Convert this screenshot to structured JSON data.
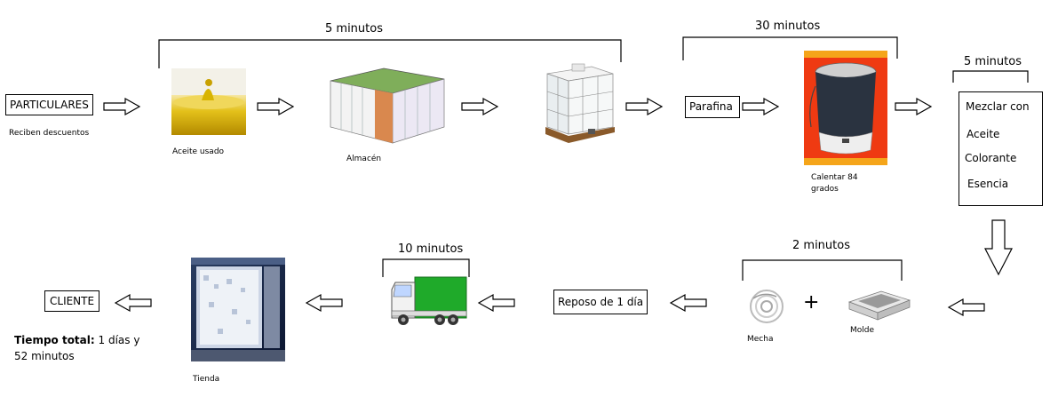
{
  "durations": {
    "top_left": "5 minutos",
    "top_middle": "30 minutos",
    "top_right": "5 minutos",
    "bottom_right": "2 minutos",
    "bottom_left": "10 minutos"
  },
  "nodes": {
    "particulares": "PARTICULARES",
    "particulares_note": "Reciben descuentos",
    "aceite_usado": "Aceite usado",
    "almacen": "Almacén",
    "parafina": "Parafina",
    "calentar_line1": "Calentar 84",
    "calentar_line2": "grados",
    "mezclar_title": "Mezclar con",
    "mezclar_items": [
      "Aceite",
      "Colorante",
      "Esencia"
    ],
    "mecha": "Mecha",
    "plus": "+",
    "molde": "Molde",
    "reposo": "Reposo de 1 día",
    "tienda": "Tienda",
    "cliente": "CLIENTE"
  },
  "total": {
    "label": "Tiempo total:",
    "value_line1": " 1 días y",
    "value_line2": "52 minutos"
  },
  "colors": {
    "oil": "#d8b400",
    "truck_green": "#1faa2a",
    "pot_dark": "#2a3340"
  }
}
